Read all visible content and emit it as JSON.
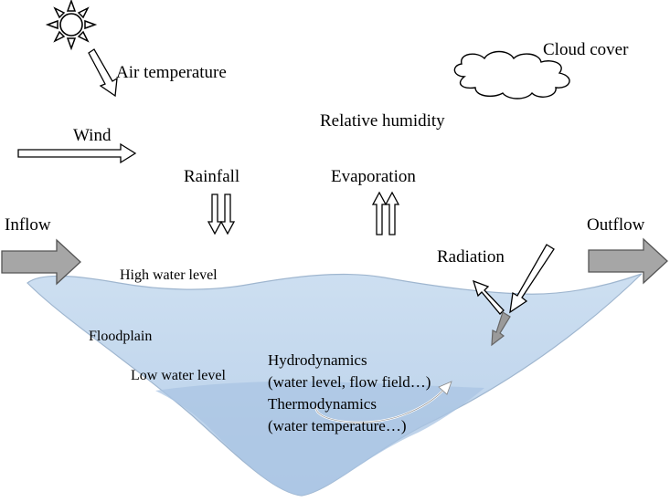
{
  "labels": {
    "air_temperature": "Air temperature",
    "cloud_cover": "Cloud cover",
    "relative_humidity": "Relative humidity",
    "wind": "Wind",
    "rainfall": "Rainfall",
    "evaporation": "Evaporation",
    "inflow": "Inflow",
    "outflow": "Outflow",
    "radiation": "Radiation",
    "high_water_level": "High water level",
    "floodplain": "Floodplain",
    "low_water_level": "Low water level",
    "hydrodynamics": "Hydrodynamics",
    "hydrodynamics_detail": "(water level, flow field…)",
    "thermodynamics": "Thermodynamics",
    "thermodynamics_detail": "(water temperature…)"
  },
  "colors": {
    "water_upper": "#c7d9ee",
    "water_lower": "#a9c4e3",
    "water_outline": "#9fb6cf",
    "flow_arrow_fill": "#a6a6a6",
    "flow_arrow_stroke": "#555555",
    "outline": "#000000"
  },
  "icons": [
    "sun-icon",
    "cloud-icon"
  ]
}
